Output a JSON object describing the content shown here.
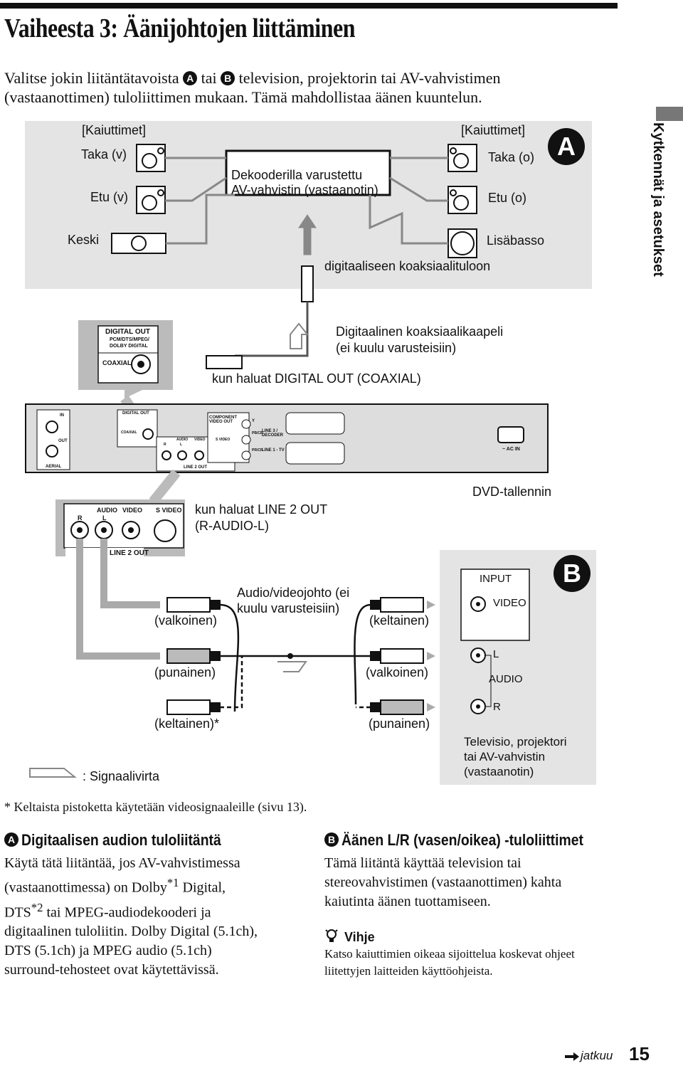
{
  "page": {
    "title": "Vaiheesta 3: Äänijohtojen liittäminen",
    "intro_before_a": "Valitse jokin liitäntätavoista",
    "intro_tai": "tai",
    "intro_after_b": "television, projektorin tai AV-vahvistimen (vastaanottimen) tuloliittimen mukaan. Tämä mahdollistaa äänen kuuntelun.",
    "side_tab": "Kytkennät ja asetukset",
    "badge_a": "A",
    "badge_b": "B",
    "page_number": "15",
    "continued": "jatkuu"
  },
  "diagram": {
    "speakers_left": "[Kaiuttimet]",
    "speakers_right": "[Kaiuttimet]",
    "rear_left": "Taka (v)",
    "front_left": "Etu (v)",
    "center": "Keski",
    "rear_right": "Taka (o)",
    "front_right": "Etu (o)",
    "subwoofer": "Lisäbasso",
    "amp_line1": "Dekooderilla varustettu",
    "amp_line2": "AV-vahvistin (vastaanotin)",
    "coax_input": "digitaaliseen koaksiaalituloon",
    "coax_cable_line1": "Digitaalinen koaksiaalikaapeli",
    "coax_cable_line2": "(ei kuulu varusteisiin)",
    "digital_out_note": "kun haluat DIGITAL OUT (COAXIAL)",
    "digital_out_panel": "DIGITAL OUT",
    "digital_out_sub1": "PCM/DTS/MPEG/",
    "digital_out_sub2": "DOLBY DIGITAL",
    "coaxial": "COAXIAL",
    "dvd_recorder": "DVD-tallennin",
    "line2_note_line1": "kun haluat LINE 2 OUT",
    "line2_note_line2": "(R-AUDIO-L)",
    "rear": {
      "in": "IN",
      "out": "OUT",
      "aerial": "AERIAL",
      "digital_out": "DIGITAL OUT",
      "coaxial": "COAXIAL",
      "component": "COMPONENT VIDEO OUT",
      "y": "Y",
      "pb": "PB/CB",
      "pr": "PR/CR",
      "line3": "LINE 3 / DECODER",
      "line1": "LINE 1 - TV",
      "audio": "AUDIO",
      "video": "VIDEO",
      "svideo": "S VIDEO",
      "r": "R",
      "l": "L",
      "line2out": "LINE 2 OUT",
      "ac_in": "~ AC IN"
    },
    "zoom": {
      "audio": "AUDIO",
      "video": "VIDEO",
      "svideo": "S VIDEO",
      "r": "R",
      "l": "L",
      "line2out": "LINE 2 OUT"
    },
    "cable_line1": "Audio/videojohto (ei",
    "cable_line2": "kuulu varusteisiin)",
    "white1": "(valkoinen)",
    "yellow1": "(keltainen)",
    "red1": "(punainen)",
    "white2": "(valkoinen)",
    "yellow2": "(keltainen)*",
    "red2": "(punainen)",
    "input": "INPUT",
    "video": "VIDEO",
    "l": "L",
    "audio": "AUDIO",
    "r": "R",
    "tv_line1": "Televisio, projektori",
    "tv_line2": "tai AV-vahvistin",
    "tv_line3": "(vastaanotin)",
    "signal_flow": ": Signaalivirta"
  },
  "footnote": "* Keltaista pistoketta käytetään videosignaaleille (sivu 13).",
  "section_a": {
    "heading": "Digitaalisen audion tuloliitäntä",
    "p1": "Käytä tätä liitäntää, jos AV-vahvistimessa",
    "p2a": "(vastaanottimessa) on Dolby",
    "sup1": "*1",
    "p2b": " Digital,",
    "p3a": "DTS",
    "sup2": "*2",
    "p3b": " tai MPEG-audiodekooderi ja",
    "p4": "digitaalinen tuloliitin. Dolby Digital (5.1ch),",
    "p5": "DTS (5.1ch) ja MPEG audio (5.1ch)",
    "p6": "surround-tehosteet ovat käytettävissä."
  },
  "section_b": {
    "heading": "Äänen L/R (vasen/oikea) -tuloliittimet",
    "p1": "Tämä liitäntä käyttää television tai",
    "p2": "stereovahvistimen (vastaanottimen) kahta",
    "p3": "kaiutinta äänen tuottamiseen."
  },
  "tip": {
    "heading": "Vihje",
    "p1": "Katso kaiuttimien oikeaa sijoittelua koskevat ohjeet",
    "p2": "liitettyjen laitteiden käyttöohjeista."
  }
}
